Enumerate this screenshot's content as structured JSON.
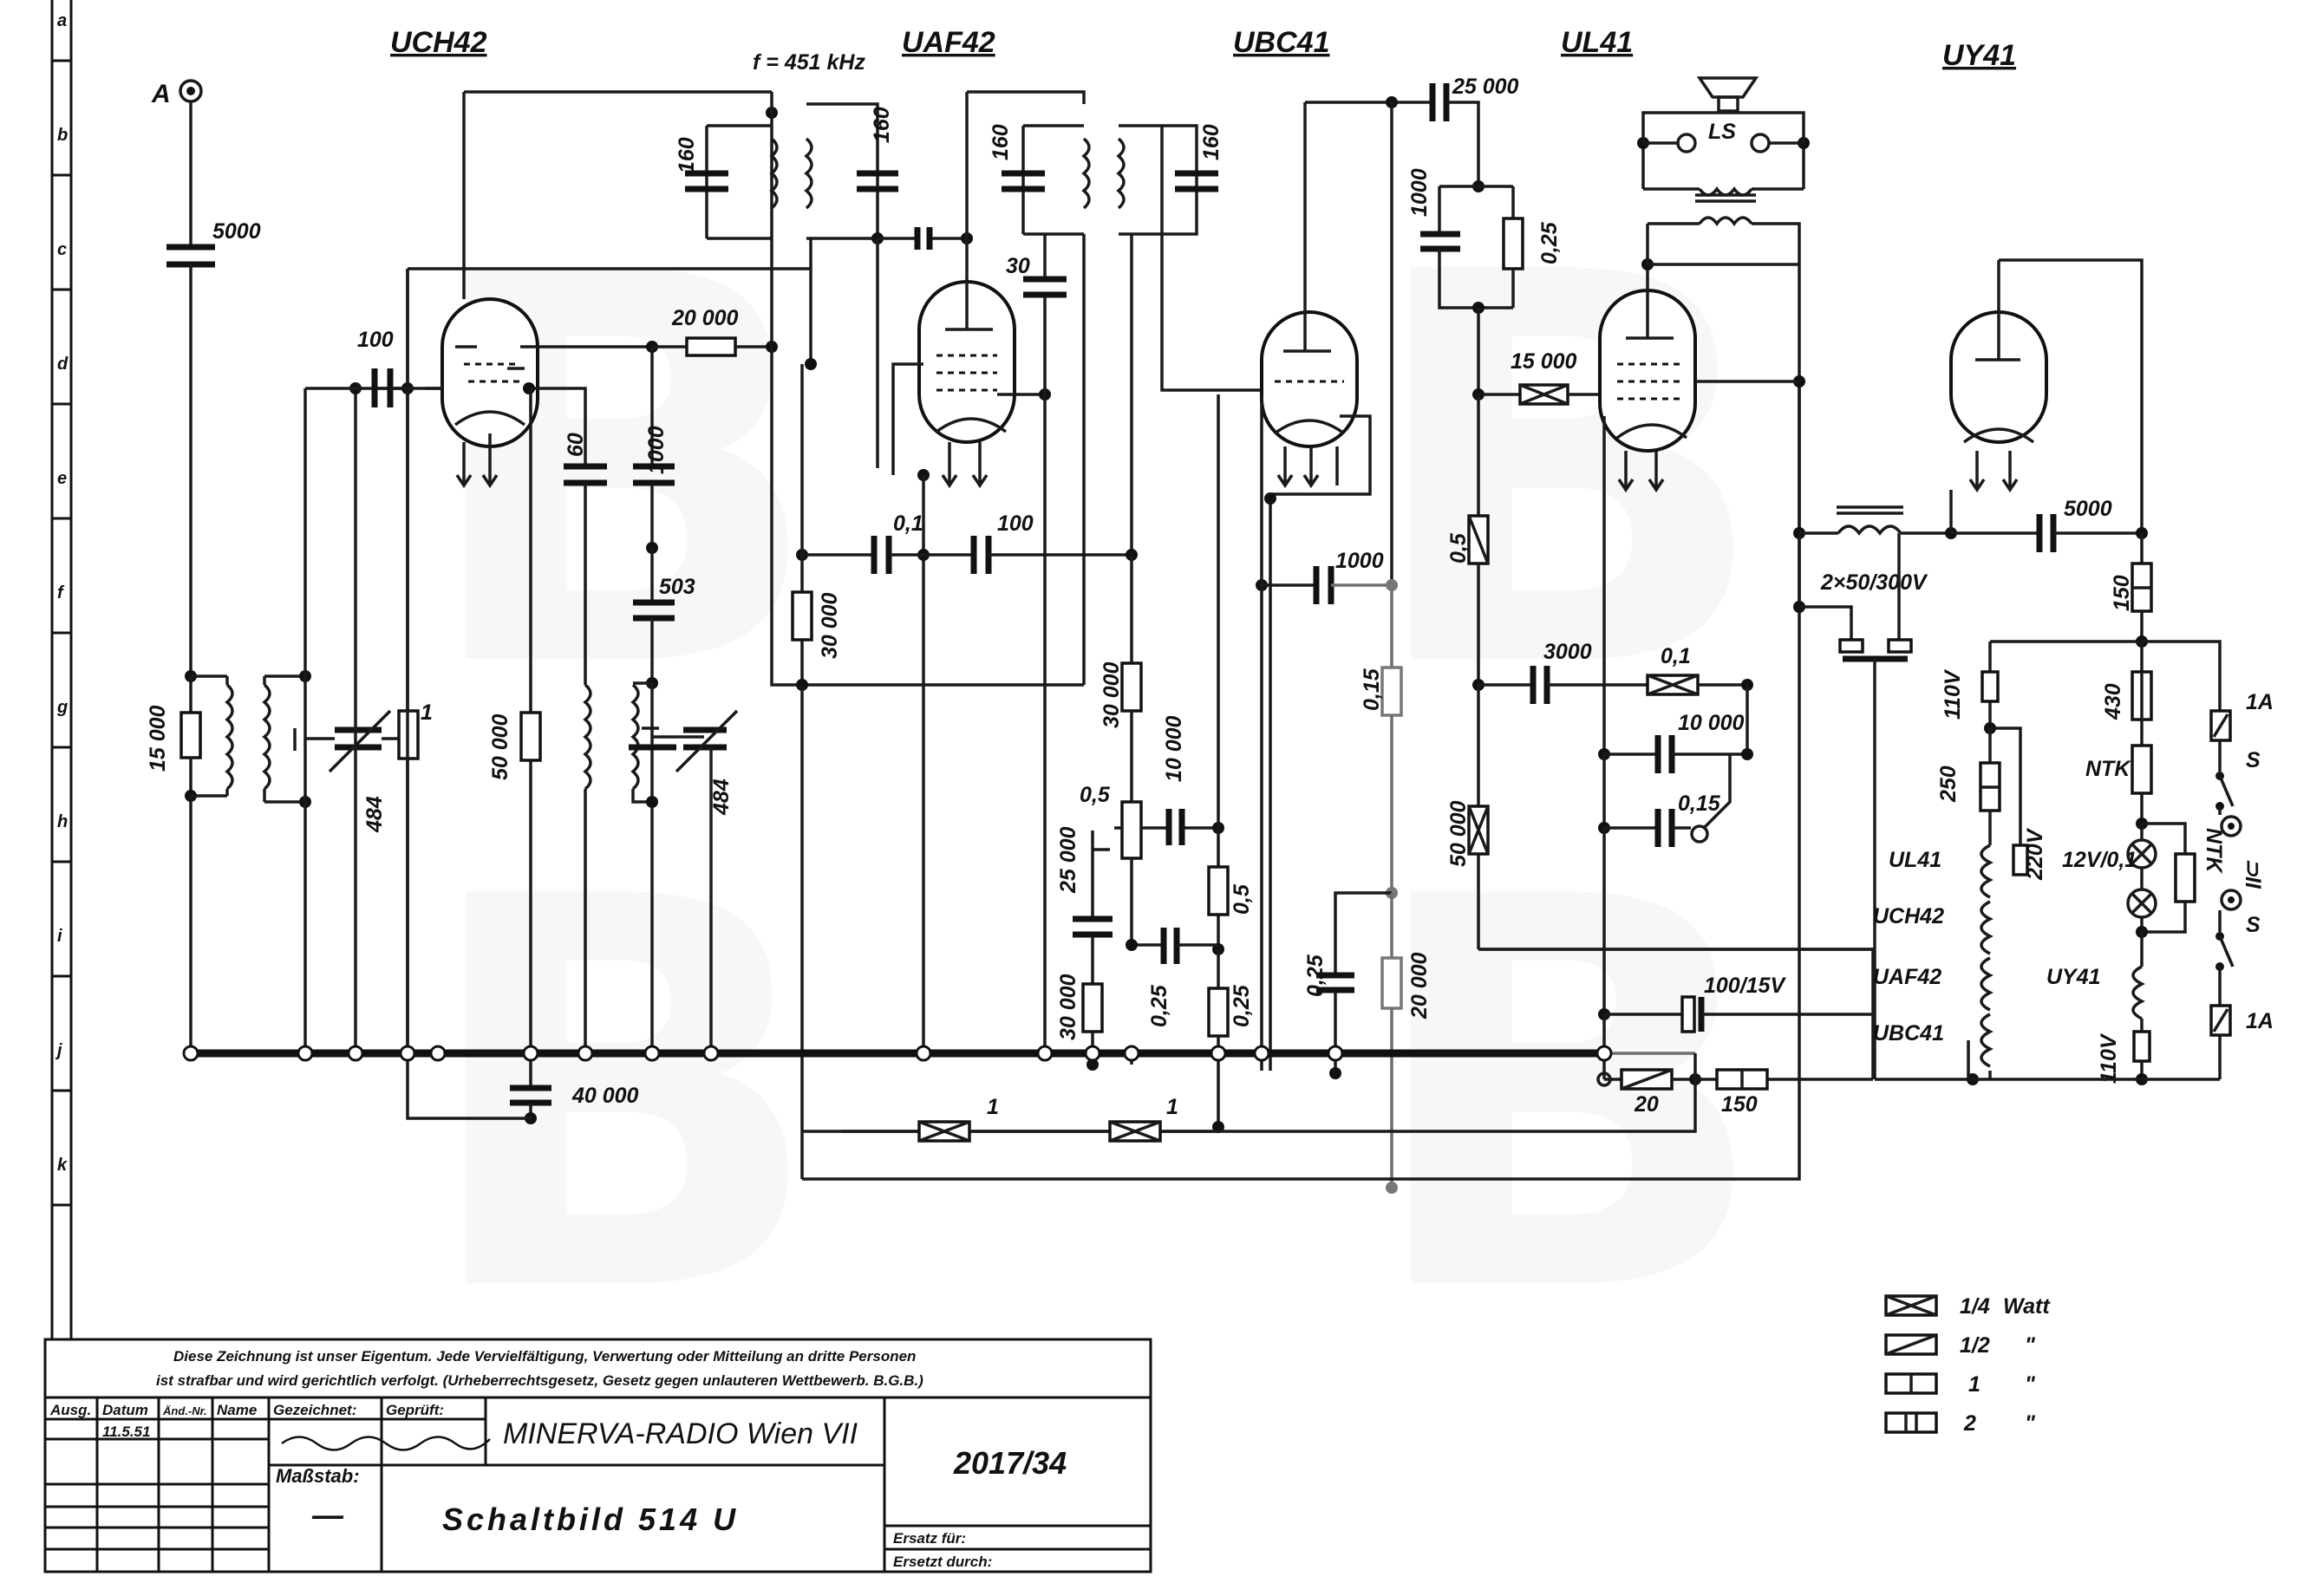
{
  "tubes": [
    {
      "id": "uch42",
      "label": "UCH42"
    },
    {
      "id": "uaf42",
      "label": "UAF42"
    },
    {
      "id": "ubc41",
      "label": "UBC41"
    },
    {
      "id": "ul41",
      "label": "UL41"
    },
    {
      "id": "uy41",
      "label": "UY41"
    }
  ],
  "antenna_label": "A",
  "if_frequency": "f = 451 kHz",
  "speaker_label": "LS",
  "row_letters": [
    "a",
    "b",
    "c",
    "d",
    "e",
    "f",
    "g",
    "h",
    "i",
    "j",
    "k"
  ],
  "components": {
    "c_5000_ant": "5000",
    "r_15000": "15 000",
    "c_100_in": "100",
    "c_484_a": "484",
    "r_1": "1",
    "r_20000": "20 000",
    "c_60": "60",
    "c_1000_osc": "1000",
    "c_503": "503",
    "r_50000": "50 000",
    "c_484_b": "484",
    "c_40000": "40 000",
    "c_160_1": "160",
    "c_160_2": "160",
    "c_160_3": "160",
    "c_160_4": "160",
    "c_30": "30",
    "c_0_1": "0,1",
    "c_100_af": "100",
    "r_30000_a": "30 000",
    "r_30000_b": "30 000",
    "pot_0_5": "0,5",
    "c_10000": "10 000",
    "c_25000_v": "25 000",
    "r_0_5_b": "0,5",
    "r_30000_c": "30 000",
    "c_0_25_a": "0,25",
    "r_0_25": "0,25",
    "c_1000_ubc": "1000",
    "r_0_15": "0,15",
    "c_0_25_b": "0,25",
    "r_20000_b": "20 000",
    "c_25000_top": "25 000",
    "c_1000_top": "1000",
    "r_0_25_top": "0,25",
    "r_15000_ul": "15 000",
    "r_0_5_ul": "0,5",
    "c_3000": "3000",
    "r_0_1": "0,1",
    "c_10000_ul": "10 000",
    "c_0_15": "0,15",
    "r_50000_ul": "50 000",
    "c_100_15v": "100/15V",
    "r_20_j": "20",
    "r_150_j": "150",
    "r_1_j1": "1",
    "r_1_j2": "1",
    "c_5000_uy": "5000",
    "c_2x50": "2×50/300V",
    "r_150_uy": "150",
    "r_250": "250",
    "r_430": "430",
    "ntk1": "NTK",
    "ntk2": "NTK",
    "lamp": "12V/0,1",
    "sw_110_top": "110V",
    "sw_220": "220V",
    "sw_110_bot": "110V",
    "fuse_top": "1A",
    "fuse_bot": "1A",
    "s_top": "S",
    "s_bot": "S",
    "plug": "⊃II",
    "heater_ul41": "UL41",
    "heater_uch42": "UCH42",
    "heater_uaf42": "UAF42",
    "heater_ubc41": "UBC41",
    "heater_uy41": "UY41"
  },
  "legend": [
    {
      "symbol": "cross",
      "value": "1/4",
      "unit": "Watt"
    },
    {
      "symbol": "diag",
      "value": "1/2",
      "unit": "\""
    },
    {
      "symbol": "single",
      "value": "1",
      "unit": "\""
    },
    {
      "symbol": "double",
      "value": "2",
      "unit": "\""
    }
  ],
  "title_block": {
    "notice_line1": "Diese Zeichnung ist unser Eigentum. Jede Vervielfältigung, Verwertung oder Mitteilung an dritte Personen",
    "notice_line2": "ist strafbar und wird gerichtlich verfolgt. (Urheberrechtsgesetz, Gesetz gegen unlauteren Wettbewerb. B.G.B.)",
    "col_ausg": "Ausg.",
    "col_datum": "Datum",
    "col_aend": "Änd.-Nr.",
    "col_name": "Name",
    "col_gezeichnet": "Gezeichnet:",
    "col_geprueft": "Geprüft:",
    "date_value": "11.5.51",
    "massstab_label": "Maßstab:",
    "massstab_value": "—",
    "company": "MINERVA-RADIO Wien VII",
    "drawing_title": "Schaltbild 514 U",
    "drawing_number": "2017/34",
    "ersatz_fuer": "Ersatz für:",
    "ersetzt_durch": "Ersetzt durch:"
  }
}
